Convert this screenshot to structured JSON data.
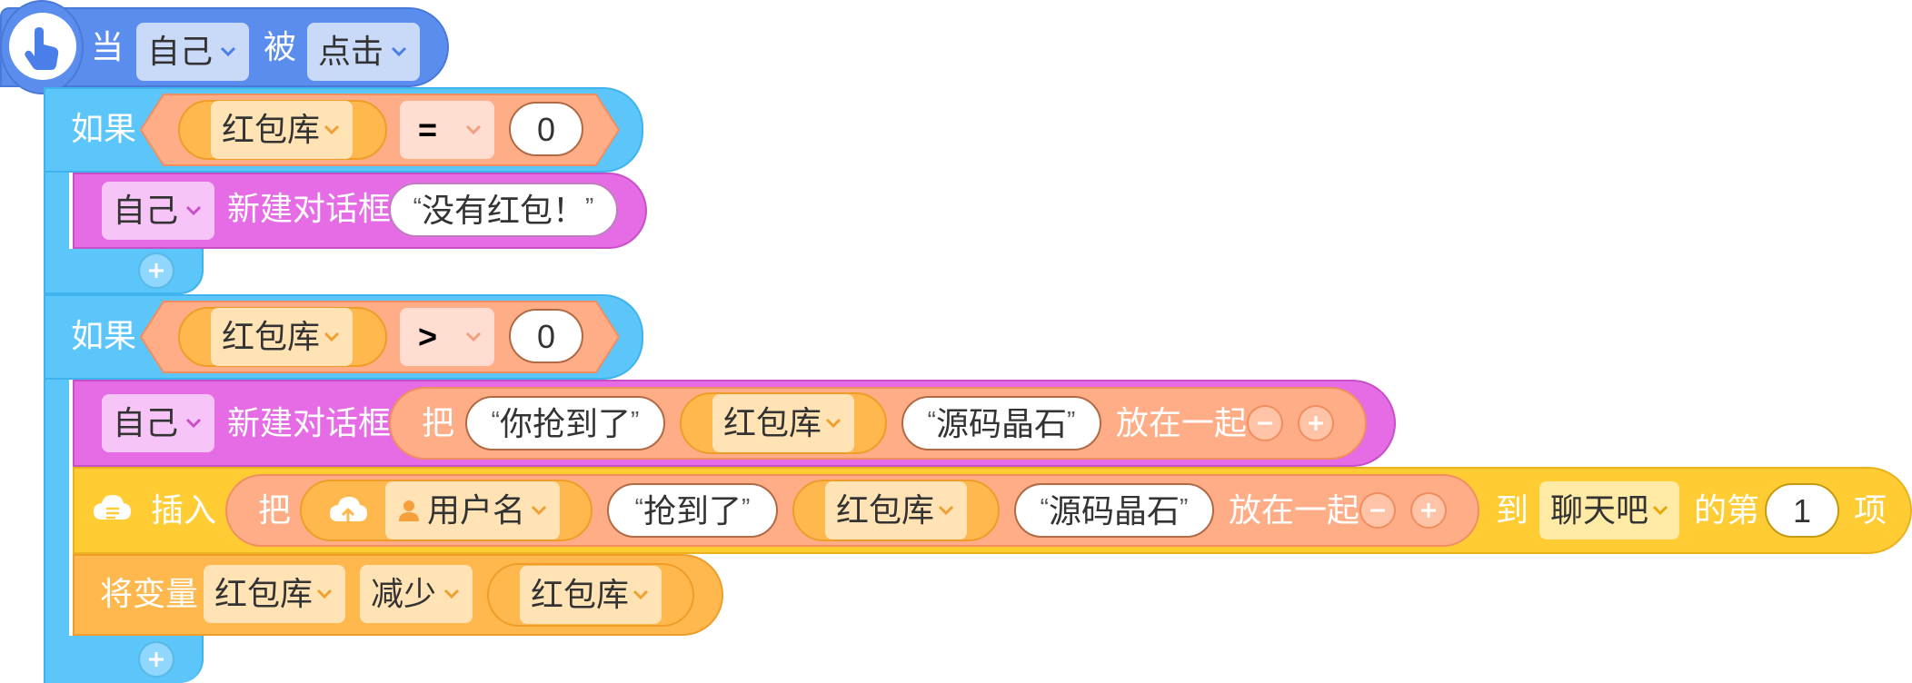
{
  "event": {
    "when_label": "当",
    "target_value": "自己",
    "is_label": "被",
    "action_value": "点击"
  },
  "if1": {
    "label": "如果",
    "variable": "红包库",
    "operator": "=",
    "operand": "0",
    "say_target": "自己",
    "say_action": "新建对话框",
    "say_text": "没有红包！"
  },
  "if2": {
    "label": "如果",
    "variable": "红包库",
    "operator": ">",
    "operand": "0",
    "say_target": "自己",
    "say_action": "新建对话框",
    "join_label": "把",
    "join_text1": "你抢到了",
    "join_var": "红包库",
    "join_text2": "源码晶石",
    "join_end": "放在一起"
  },
  "insert": {
    "label": "插入",
    "join_label": "把",
    "username_value": "用户名",
    "text1": "抢到了",
    "variable": "红包库",
    "text2": "源码晶石",
    "join_end": "放在一起",
    "to_label": "到",
    "list_value": "聊天吧",
    "position_label": "的第",
    "index": "1",
    "item_label": "项"
  },
  "change": {
    "label": "将变量",
    "variable": "红包库",
    "op_value": "减少",
    "amount_var": "红包库"
  },
  "colors": {
    "event": "#5b8def",
    "control": "#5cc6fb",
    "operator": "#ffad86",
    "variable": "#ffb84d",
    "look": "#e66ce6",
    "list": "#ffcc33"
  }
}
